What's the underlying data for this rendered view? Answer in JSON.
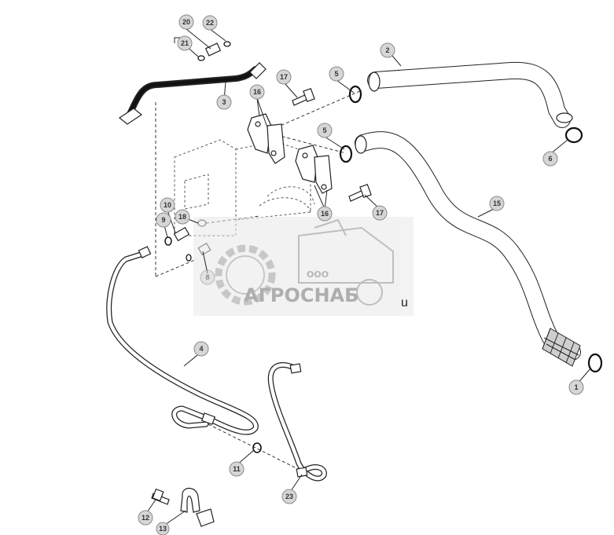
{
  "watermark": {
    "small": "ООО",
    "brand": "АГРОСНАБ",
    "suffix": "u"
  },
  "callouts": [
    {
      "id": "c20",
      "label": "20"
    },
    {
      "id": "c22",
      "label": "22"
    },
    {
      "id": "c21",
      "label": "21"
    },
    {
      "id": "c2",
      "label": "2"
    },
    {
      "id": "c3",
      "label": "3"
    },
    {
      "id": "c17a",
      "label": "17"
    },
    {
      "id": "c5a",
      "label": "5"
    },
    {
      "id": "c16a",
      "label": "16"
    },
    {
      "id": "c5b",
      "label": "5"
    },
    {
      "id": "c6",
      "label": "6"
    },
    {
      "id": "c10",
      "label": "10"
    },
    {
      "id": "c18",
      "label": "18"
    },
    {
      "id": "c9",
      "label": "9"
    },
    {
      "id": "c16b",
      "label": "16"
    },
    {
      "id": "c17b",
      "label": "17"
    },
    {
      "id": "c15",
      "label": "15"
    },
    {
      "id": "c8",
      "label": "8"
    },
    {
      "id": "c4",
      "label": "4"
    },
    {
      "id": "c1",
      "label": "1"
    },
    {
      "id": "c11",
      "label": "11"
    },
    {
      "id": "c23",
      "label": "23"
    },
    {
      "id": "c12",
      "label": "12"
    },
    {
      "id": "c13",
      "label": "13"
    }
  ]
}
